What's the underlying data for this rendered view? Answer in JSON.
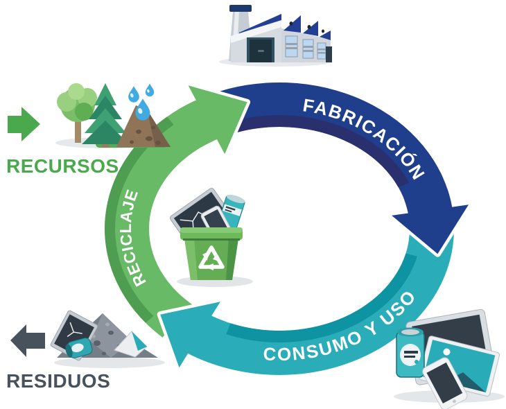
{
  "diagram": {
    "type": "circular-economy-cycle",
    "stages": [
      {
        "label": "FABRICACIÓN",
        "color": "#1f3e8c",
        "shade": "#2a2f6e",
        "icon": "factory-icon"
      },
      {
        "label": "CONSUMO Y USO",
        "color": "#2badb9",
        "shade": "#0d93a2",
        "icon": "devices-icon"
      },
      {
        "label": "RECICLAJE",
        "color": "#68ba66",
        "shade": "#4f9d51",
        "icon": "recycle-bin-icon"
      }
    ],
    "input": {
      "label": "RECURSOS",
      "color": "#4aa84d",
      "arrow_direction": "right",
      "icons": [
        "deciduous-tree-icon",
        "pine-tree-icon",
        "soil-pile-icon",
        "water-drops-icon"
      ]
    },
    "output": {
      "label": "RESIDUOS",
      "color": "#48525c",
      "arrow_direction": "left",
      "icons": [
        "ewaste-pile-icon"
      ]
    },
    "palette": {
      "water_drop": "#41aae1",
      "bin_green": "#64ad55",
      "screen_dark": "#2e3b47",
      "device_teal": "#3cb9c1",
      "gray_waste": "#757d87",
      "roof_blue": "#223f93"
    }
  }
}
